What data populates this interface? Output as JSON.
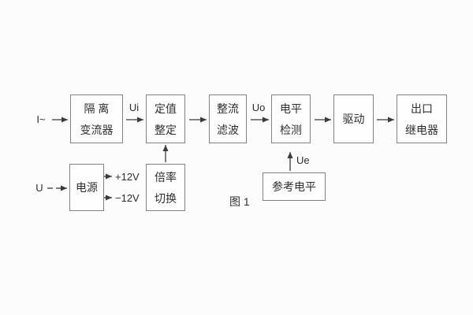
{
  "figure": {
    "caption": "图 1",
    "colors": {
      "background": "#fcfcfc",
      "box_border": "#828282",
      "wire": "#3a3a3a",
      "text": "#2e2e2e"
    },
    "inputs": {
      "current": "I~",
      "voltage": "U"
    },
    "signal_labels": {
      "ui": "Ui",
      "uo": "Uo",
      "ue": "Ue"
    },
    "power_rails": {
      "positive": "+12V",
      "negative": "−12V"
    },
    "blocks": {
      "isolation": {
        "line1": "隔 离",
        "line2": "变流器"
      },
      "setting": {
        "line1": "定值",
        "line2": "整定"
      },
      "rectifier_filter": {
        "line1": "整流",
        "line2": "滤波"
      },
      "level_detector": {
        "line1": "电平",
        "line2": "检测"
      },
      "driver": {
        "line1": "驱动"
      },
      "output_relay": {
        "line1": "出口",
        "line2": "继电器"
      },
      "power_supply": {
        "line1": "电源"
      },
      "ratio_switch": {
        "line1": "倍率",
        "line2": "切换"
      },
      "reference_level": {
        "line1": "参考电平"
      }
    }
  }
}
